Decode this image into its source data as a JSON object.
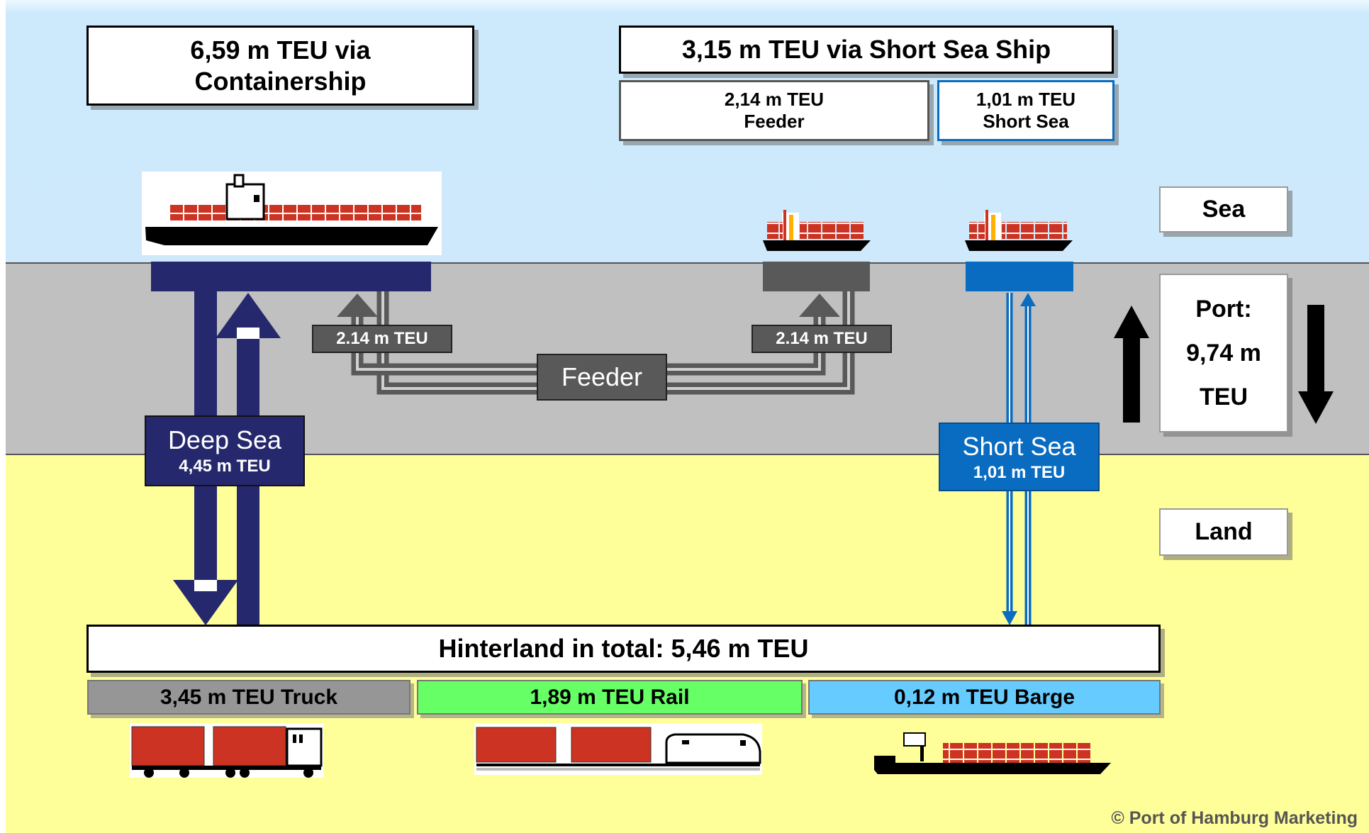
{
  "titles": {
    "containership": "6,59 m TEU via Containership",
    "shortsea": "3,15 m TEU via Short Sea Ship",
    "feeder_sub": "2,14 m TEU Feeder",
    "shortsea_sub": "1,01 m TEU Short Sea"
  },
  "zones": {
    "sea": "Sea",
    "port_line1": "Port:",
    "port_line2": "9,74 m",
    "port_line3": "TEU",
    "land": "Land"
  },
  "flows": {
    "feeder_left": "2.14 m TEU",
    "feeder_right": "2.14 m TEU",
    "feeder": "Feeder",
    "deep_sea": "Deep Sea",
    "deep_sea_value": "4,45 m TEU",
    "short_sea": "Short Sea",
    "short_sea_value": "1,01 m TEU"
  },
  "hinterland": {
    "total": "Hinterland in total: 5,46 m TEU",
    "truck": "3,45 m TEU Truck",
    "rail": "1,89 m TEU Rail",
    "barge": "0,12 m TEU Barge"
  },
  "colors": {
    "sea": "#cde9fb",
    "port": "#c0c0c0",
    "land": "#ffff99",
    "deep_sea": "#26286d",
    "short_sea": "#0a6cc0",
    "feeder": "#595959",
    "container": "#cc3322"
  },
  "icons": [
    "container-ship-icon",
    "feeder-ship-icon",
    "short-sea-ship-icon",
    "truck-icon",
    "train-icon",
    "barge-icon"
  ],
  "copyright": "© Port of Hamburg Marketing"
}
